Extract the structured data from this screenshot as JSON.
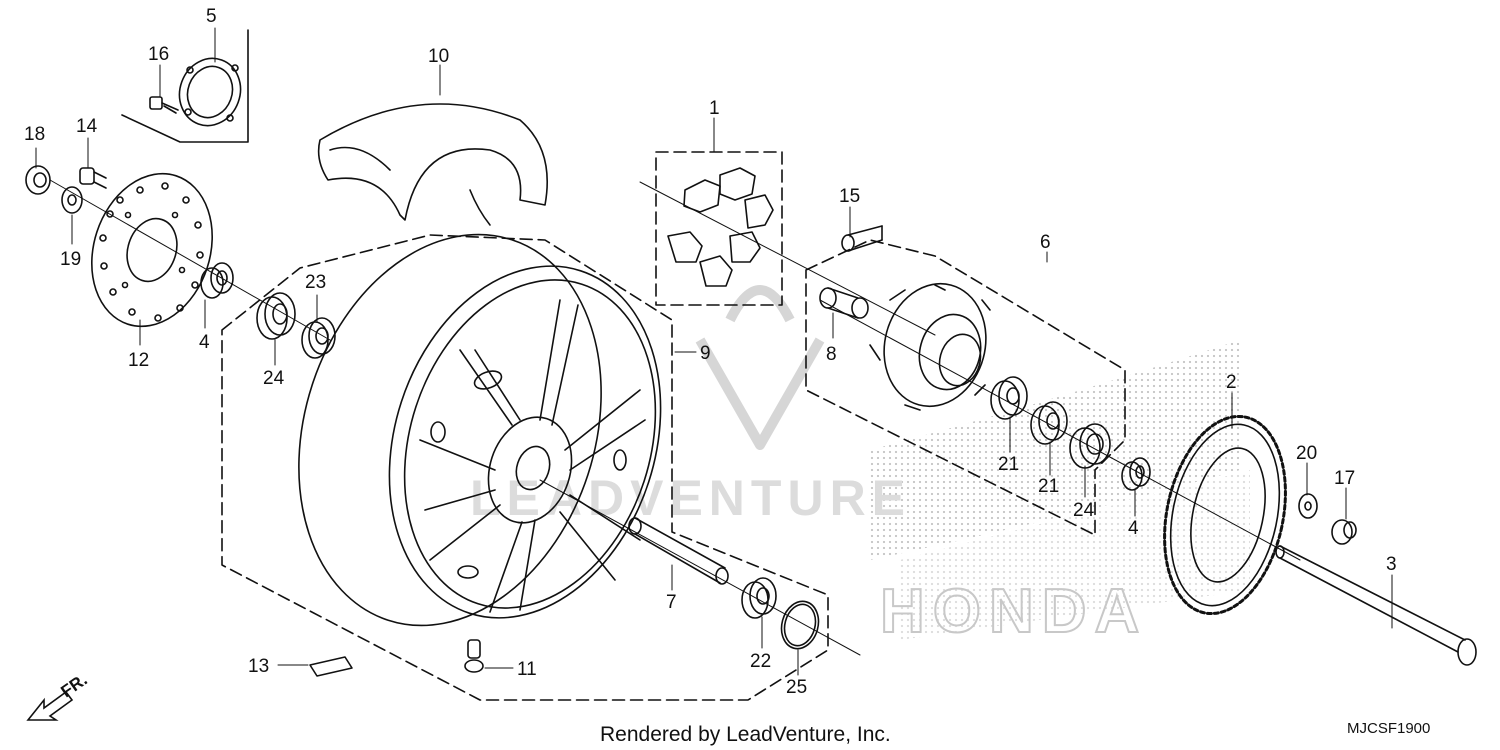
{
  "diagram": {
    "callouts": [
      {
        "id": "c1",
        "label": "1"
      },
      {
        "id": "c2",
        "label": "2"
      },
      {
        "id": "c3",
        "label": "3"
      },
      {
        "id": "c4a",
        "label": "4"
      },
      {
        "id": "c4b",
        "label": "4"
      },
      {
        "id": "c5",
        "label": "5"
      },
      {
        "id": "c6",
        "label": "6"
      },
      {
        "id": "c7",
        "label": "7"
      },
      {
        "id": "c8",
        "label": "8"
      },
      {
        "id": "c9",
        "label": "9"
      },
      {
        "id": "c10",
        "label": "10"
      },
      {
        "id": "c11",
        "label": "11"
      },
      {
        "id": "c12",
        "label": "12"
      },
      {
        "id": "c13",
        "label": "13"
      },
      {
        "id": "c14",
        "label": "14"
      },
      {
        "id": "c15",
        "label": "15"
      },
      {
        "id": "c16",
        "label": "16"
      },
      {
        "id": "c17",
        "label": "17"
      },
      {
        "id": "c18",
        "label": "18"
      },
      {
        "id": "c19",
        "label": "19"
      },
      {
        "id": "c20",
        "label": "20"
      },
      {
        "id": "c21a",
        "label": "21"
      },
      {
        "id": "c21b",
        "label": "21"
      },
      {
        "id": "c22",
        "label": "22"
      },
      {
        "id": "c23",
        "label": "23"
      },
      {
        "id": "c24a",
        "label": "24"
      },
      {
        "id": "c24b",
        "label": "24"
      },
      {
        "id": "c25",
        "label": "25"
      }
    ],
    "front_indicator": "FR.",
    "credit": "Rendered by LeadVenture, Inc.",
    "diagram_code": "MJCSF1900",
    "watermarks": {
      "brand": "LEADVENTURE",
      "maker": "HONDA"
    },
    "colors": {
      "line": "#111111",
      "watermark": "#c8c8c8",
      "dots": "#c0c0c0"
    }
  }
}
